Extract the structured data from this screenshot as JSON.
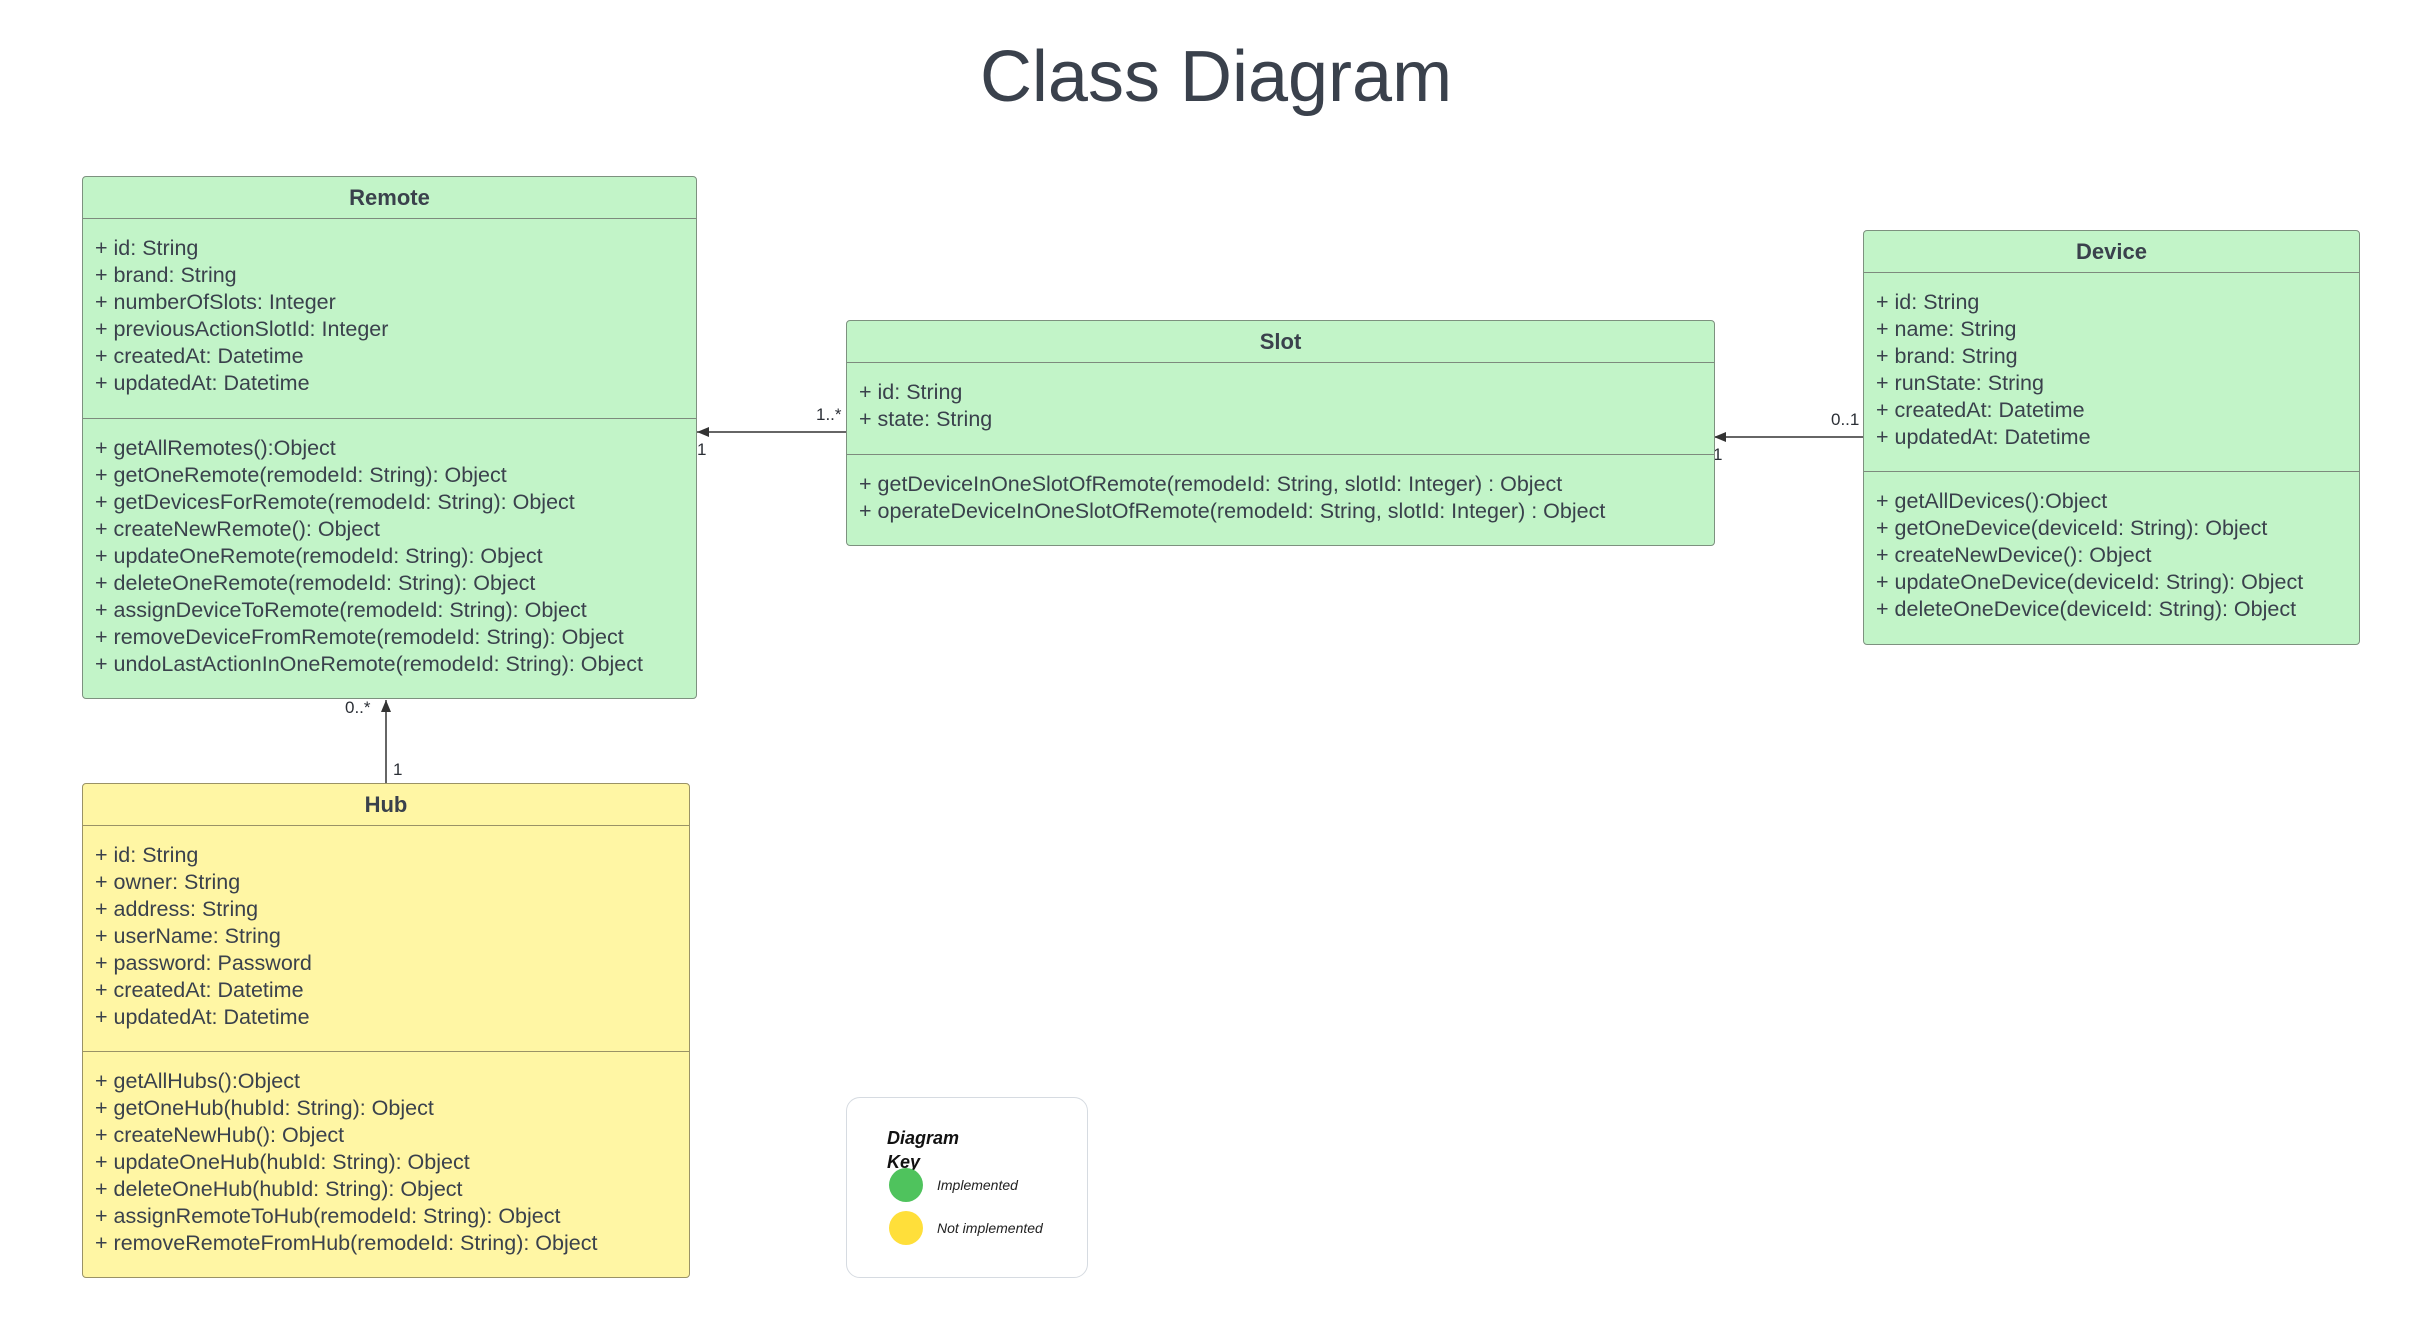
{
  "title": "Class Diagram",
  "colors": {
    "implemented": "#c2f4c8",
    "not_implemented": "#fff6a4",
    "dot_green": "#4fc35d",
    "dot_yellow": "#ffdf3a"
  },
  "classes": {
    "remote": {
      "name": "Remote",
      "attributes": [
        "+ id: String",
        "+ brand: String",
        "+ numberOfSlots: Integer",
        "+ previousActionSlotId: Integer",
        "+ createdAt: Datetime",
        "+ updatedAt: Datetime"
      ],
      "methods": [
        "+ getAllRemotes():Object",
        "+ getOneRemote(remodeId: String): Object",
        "+ getDevicesForRemote(remodeId: String): Object",
        "+ createNewRemote(): Object",
        "+ updateOneRemote(remodeId: String): Object",
        "+ deleteOneRemote(remodeId: String): Object",
        "+ assignDeviceToRemote(remodeId: String): Object",
        "+ removeDeviceFromRemote(remodeId: String): Object",
        "+ undoLastActionInOneRemote(remodeId: String): Object"
      ]
    },
    "slot": {
      "name": "Slot",
      "attributes": [
        "+ id: String",
        "+ state: String"
      ],
      "methods": [
        "+ getDeviceInOneSlotOfRemote(remodeId: String, slotId: Integer) : Object",
        "+ operateDeviceInOneSlotOfRemote(remodeId: String, slotId: Integer) : Object"
      ]
    },
    "device": {
      "name": "Device",
      "attributes": [
        "+ id: String",
        "+ name: String",
        "+ brand: String",
        "+ runState: String",
        "+ createdAt: Datetime",
        "+ updatedAt: Datetime"
      ],
      "methods": [
        "+ getAllDevices():Object",
        "+ getOneDevice(deviceId: String): Object",
        "+ createNewDevice(): Object",
        "+ updateOneDevice(deviceId: String): Object",
        "+ deleteOneDevice(deviceId: String): Object"
      ]
    },
    "hub": {
      "name": "Hub",
      "attributes": [
        "+ id: String",
        "+ owner: String",
        "+ address: String",
        "+ userName: String",
        "+ password: Password",
        "+ createdAt: Datetime",
        "+ updatedAt: Datetime"
      ],
      "methods": [
        "+ getAllHubs():Object",
        "+ getOneHub(hubId: String): Object",
        "+ createNewHub(): Object",
        "+ updateOneHub(hubId: String): Object",
        "+ deleteOneHub(hubId: String): Object",
        "+ assignRemoteToHub(remodeId: String): Object",
        "+ removeRemoteFromHub(remodeId: String): Object"
      ]
    }
  },
  "associations": {
    "slot_remote": {
      "remote_end": "1",
      "slot_end": "1..*"
    },
    "device_slot": {
      "slot_end": "1",
      "device_end": "0..1"
    },
    "hub_remote": {
      "remote_end": "0..*",
      "hub_end": "1"
    }
  },
  "legend": {
    "title": "Diagram Key",
    "implemented": "Implemented",
    "not_implemented": "Not implemented"
  }
}
